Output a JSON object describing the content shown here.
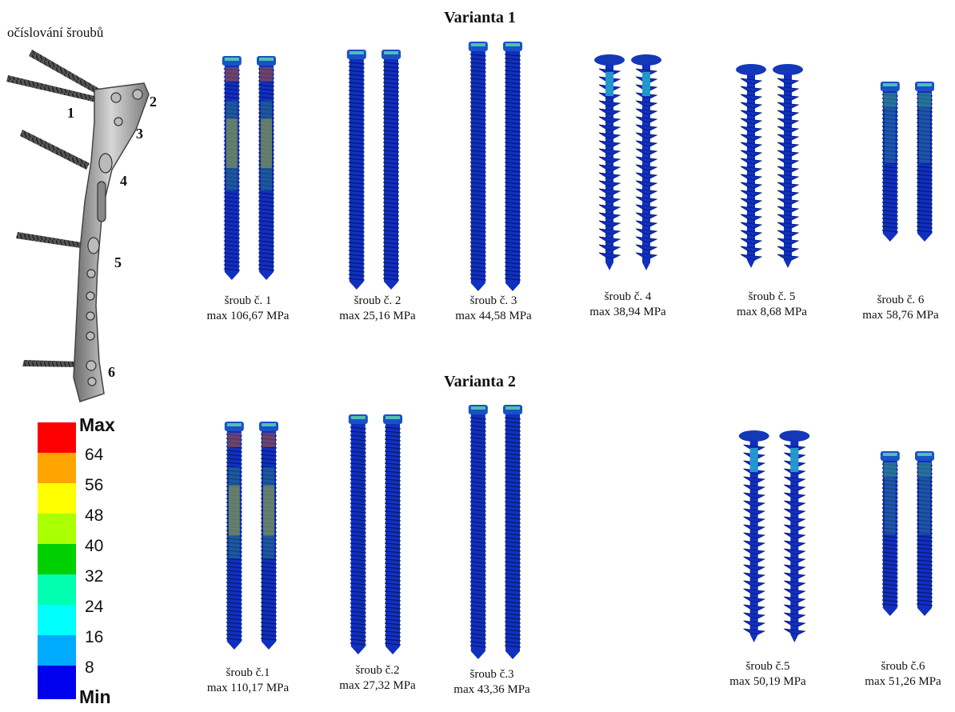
{
  "numbering_title": "očíslování šroubů",
  "plate_numbers": [
    "1",
    "2",
    "3",
    "4",
    "5",
    "6"
  ],
  "variants": [
    {
      "title": "Varianta 1",
      "screws": [
        {
          "label": "šroub č. 1",
          "max": "max 106,67 MPa",
          "type": "cortical",
          "hot": "red"
        },
        {
          "label": "šroub č. 2",
          "max": "max 25,16 MPa",
          "type": "cortical",
          "hot": "none"
        },
        {
          "label": "šroub č. 3",
          "max": "max 44,58 MPa",
          "type": "cortical",
          "hot": "none"
        },
        {
          "label": "šroub č. 4",
          "max": "max 38,94 MPa",
          "type": "cancellous",
          "hot": "cyan"
        },
        {
          "label": "šroub č. 5",
          "max": "max 8,68 MPa",
          "type": "cancellous",
          "hot": "none"
        },
        {
          "label": "šroub č. 6",
          "max": "max 58,76 MPa",
          "type": "cortical",
          "hot": "green"
        }
      ]
    },
    {
      "title": "Varianta 2",
      "screws": [
        {
          "label": "šroub č.1",
          "max": "max 110,17 MPa",
          "type": "cortical",
          "hot": "red"
        },
        {
          "label": "šroub č.2",
          "max": "max 27,32 MPa",
          "type": "cortical",
          "hot": "none"
        },
        {
          "label": "šroub č.3",
          "max": "max 43,36 MPa",
          "type": "cortical",
          "hot": "none"
        },
        {
          "label": "šroub č.5",
          "max": "max 50,19 MPa",
          "type": "cancellous",
          "hot": "cyan"
        },
        {
          "label": "šroub č.6",
          "max": "max 51,26 MPa",
          "type": "cortical",
          "hot": "green"
        }
      ]
    }
  ],
  "legend": {
    "max_label": "Max",
    "min_label": "Min",
    "ticks": [
      "64",
      "56",
      "48",
      "40",
      "32",
      "24",
      "16",
      "8"
    ],
    "colors": [
      "#ff0000",
      "#ffa500",
      "#ffff00",
      "#aaff00",
      "#00d000",
      "#00ffb0",
      "#00ffff",
      "#00aaff",
      "#0000ee"
    ]
  },
  "screw_color": "#1030c0"
}
